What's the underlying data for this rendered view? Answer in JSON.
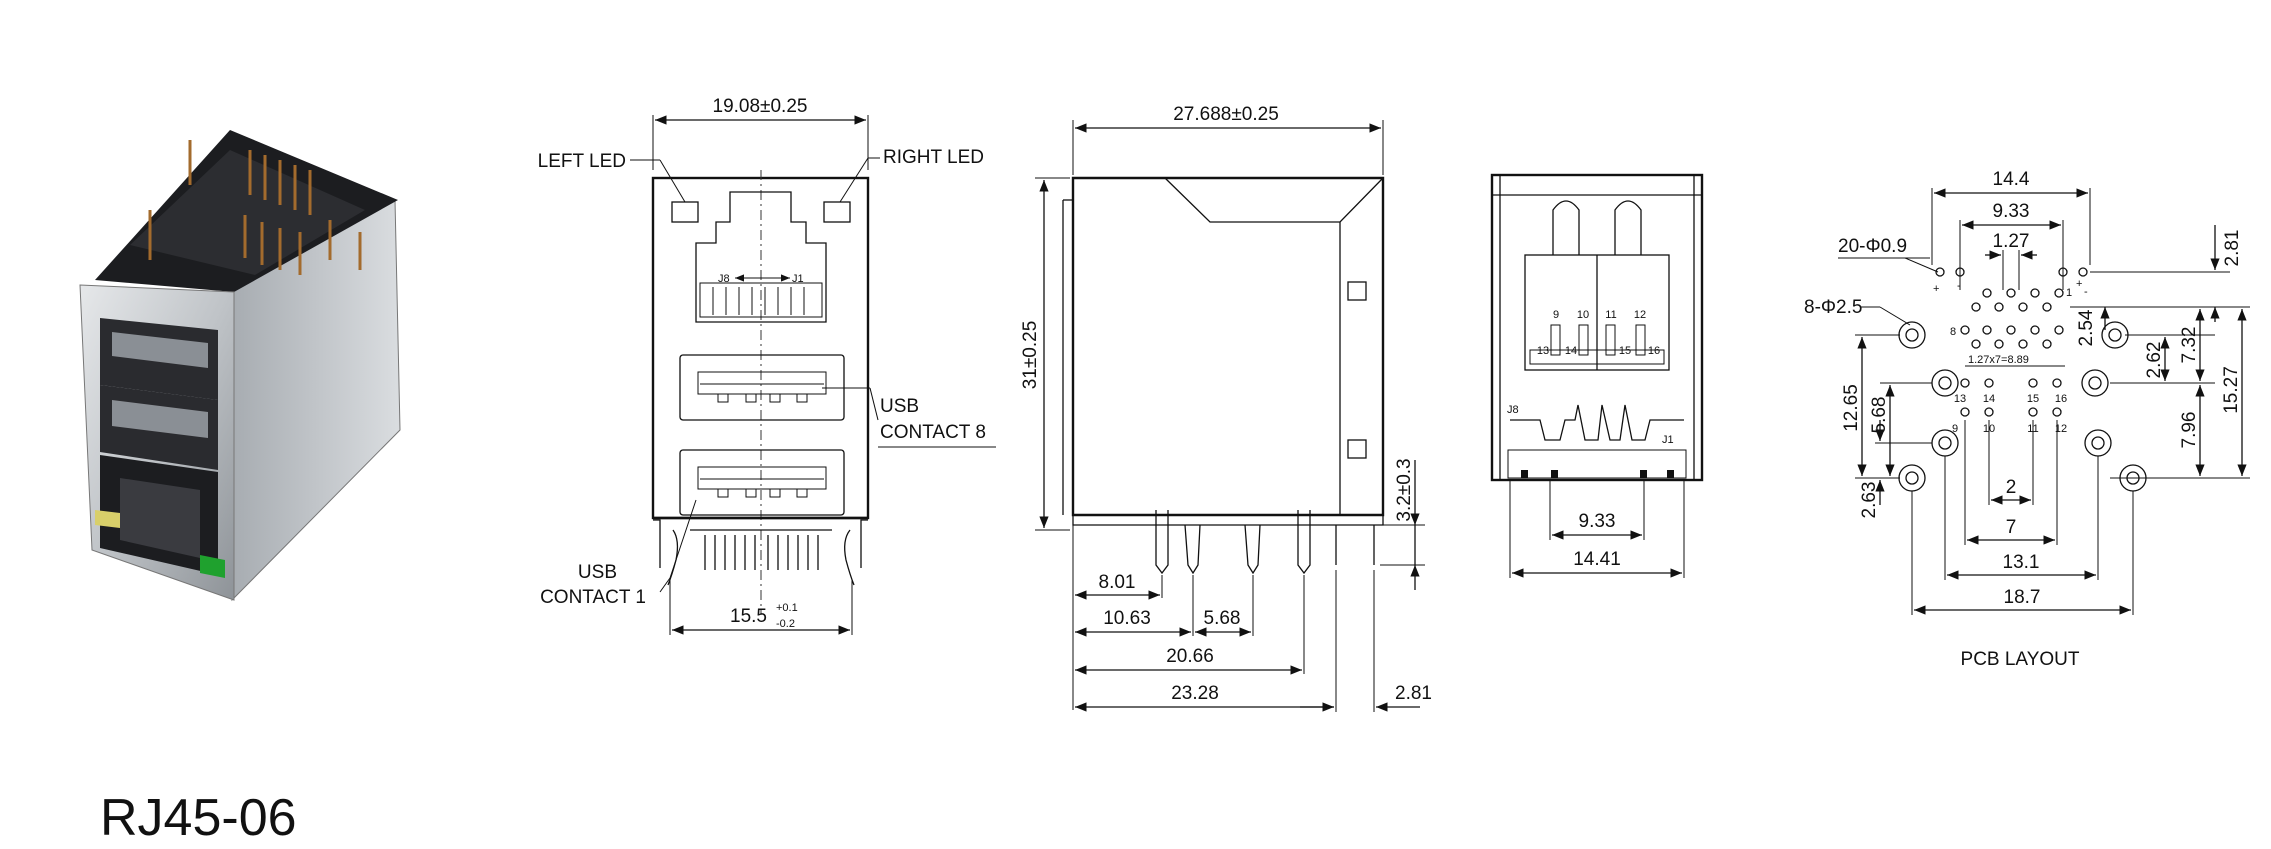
{
  "title": "RJ45-06",
  "front_view": {
    "width_dim": "19.08±0.25",
    "left_led": "LEFT LED",
    "right_led": "RIGHT LED",
    "jack_j8": "J8",
    "jack_j1": "J1",
    "usb_contact_8_line1": "USB",
    "usb_contact_8_line2": "CONTACT 8",
    "usb_contact_1_line1": "USB",
    "usb_contact_1_line2": "CONTACT 1",
    "bottom_dim_main": "15.5",
    "bottom_dim_plus": "+0.1",
    "bottom_dim_minus": "-0.2"
  },
  "side_view": {
    "length_dim": "27.688±0.25",
    "height_dim": "31±0.25",
    "pin_len_dim": "3.2±0.3",
    "d_801": "8.01",
    "d_1063": "10.63",
    "d_568": "5.68",
    "d_2066": "20.66",
    "d_2328": "23.28",
    "d_281": "2.81"
  },
  "rear_view": {
    "pins_top": [
      "9",
      "10",
      "11",
      "12"
    ],
    "pins_bottom": [
      "13",
      "14",
      "15",
      "16"
    ],
    "j8": "J8",
    "j1": "J1",
    "d_933": "9.33",
    "d_1441": "14.41"
  },
  "pcb_layout": {
    "caption": "PCB LAYOUT",
    "hole_small": "20-Φ0.9",
    "hole_large": "8-Φ2.5",
    "d_144": "14.4",
    "d_933": "9.33",
    "d_127": "1.27",
    "pitch_note": "1.27x7=8.89",
    "d_281": "2.81",
    "d_254": "2.54",
    "d_262": "2.62",
    "d_732": "7.32",
    "d_1527": "15.27",
    "d_1265": "12.65",
    "d_568": "5.68",
    "d_796": "7.96",
    "d_263": "2.63",
    "d_2": "2",
    "d_7": "7",
    "d_131": "13.1",
    "d_187": "18.7",
    "pins_top": [
      "8",
      "1"
    ],
    "pins_mid": [
      "13",
      "14",
      "15",
      "16"
    ],
    "pins_low": [
      "9",
      "10",
      "11",
      "12"
    ],
    "plus": "+",
    "minus": "-"
  },
  "colors": {
    "line": "#111111",
    "photo_body": "#c8ccd0",
    "photo_dark": "#1c1d20",
    "led_green": "#1fa12e",
    "led_yellow": "#d8cf6a"
  }
}
